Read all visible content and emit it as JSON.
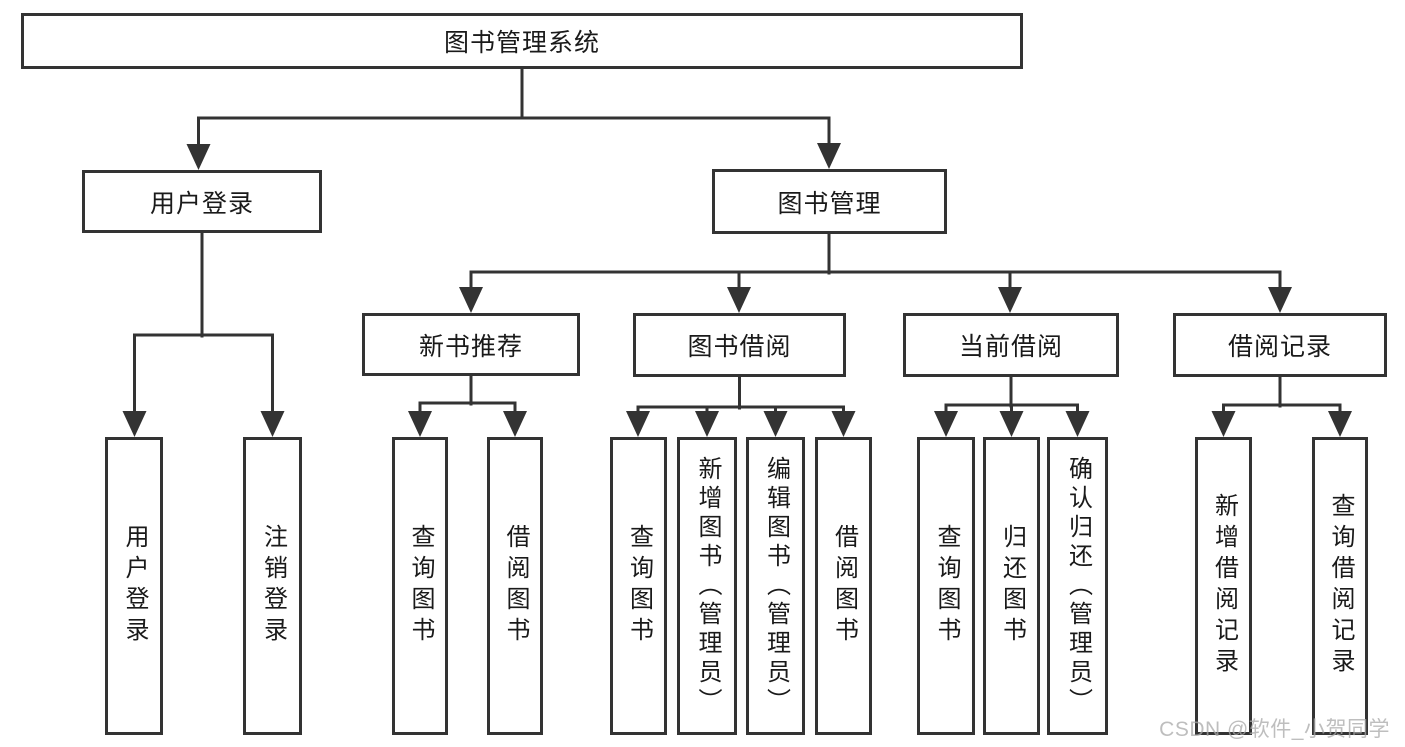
{
  "tree": {
    "label": "图书管理系统",
    "children": [
      {
        "label": "用户登录",
        "children": [
          {
            "label": "用户登录"
          },
          {
            "label": "注销登录"
          }
        ]
      },
      {
        "label": "图书管理",
        "children": [
          {
            "label": "新书推荐",
            "children": [
              {
                "label": "查询图书"
              },
              {
                "label": "借阅图书"
              }
            ]
          },
          {
            "label": "图书借阅",
            "children": [
              {
                "label": "查询图书"
              },
              {
                "label": "新增图书（管理员）"
              },
              {
                "label": "编辑图书（管理员）"
              },
              {
                "label": "借阅图书"
              }
            ]
          },
          {
            "label": "当前借阅",
            "children": [
              {
                "label": "查询图书"
              },
              {
                "label": "归还图书"
              },
              {
                "label": "确认归还（管理员）"
              }
            ]
          },
          {
            "label": "借阅记录",
            "children": [
              {
                "label": "新增借阅记录"
              },
              {
                "label": "查询借阅记录"
              }
            ]
          }
        ]
      }
    ]
  },
  "watermark": {
    "text": "CSDN @软件_小贺同学"
  },
  "colors": {
    "line": "#333333",
    "box_border": "#333333",
    "text": "#1a1a1a",
    "watermark": "#a9a9a9",
    "background": "#ffffff"
  }
}
